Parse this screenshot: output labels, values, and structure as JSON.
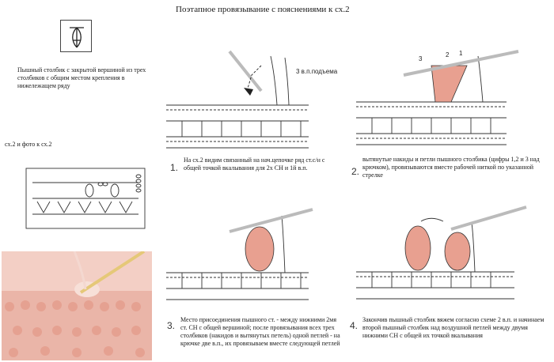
{
  "title": "Поэтапное провязывание с пояснениями к сх.2",
  "symbol_description": "Пышный столбик с закрытой вершиной из трех столбиков с общим местом крепления в нижележащем ряду",
  "scheme_ref": "сх.2 и фото к сх.2",
  "chain_label": "3 в.п.подъема",
  "loop_numbers": [
    "3",
    "2",
    "1"
  ],
  "steps": [
    {
      "number": "1.",
      "caption": "На сх.2 видим связанный на нач.цепочке ряд ст.с/н с общей точкой вкалывания для 2х СН и 1й в.п."
    },
    {
      "number": "2.",
      "caption": "вытянутые накиды и петли пышного столбика (цифры 1,2 и 3 над крючком), провязываются вместе рабочей ниткой по указанной стрелке"
    },
    {
      "number": "3.",
      "caption": "Место присоединения пышного ст. - между нижними 2мя ст. СН с общей вершиной; после провязывания всех трех столбиков (накидов и вытянутых петель) одной петлей - на крючке две в.п., их провязываем вместе следующей петлей"
    },
    {
      "number": "4.",
      "caption": "Закончив пышный столбик вяжем согласно схеме 2 в.п. и начинаем второй пышный столбик над воздушной петлей между двумя нижними СН с общей их точкой вкалывания"
    }
  ],
  "colors": {
    "yarn": "#e8a090",
    "line": "#333333",
    "hook": "#c8c8c8",
    "photo_bg": "#f3cfc5",
    "photo_hook": "#e5c878"
  }
}
